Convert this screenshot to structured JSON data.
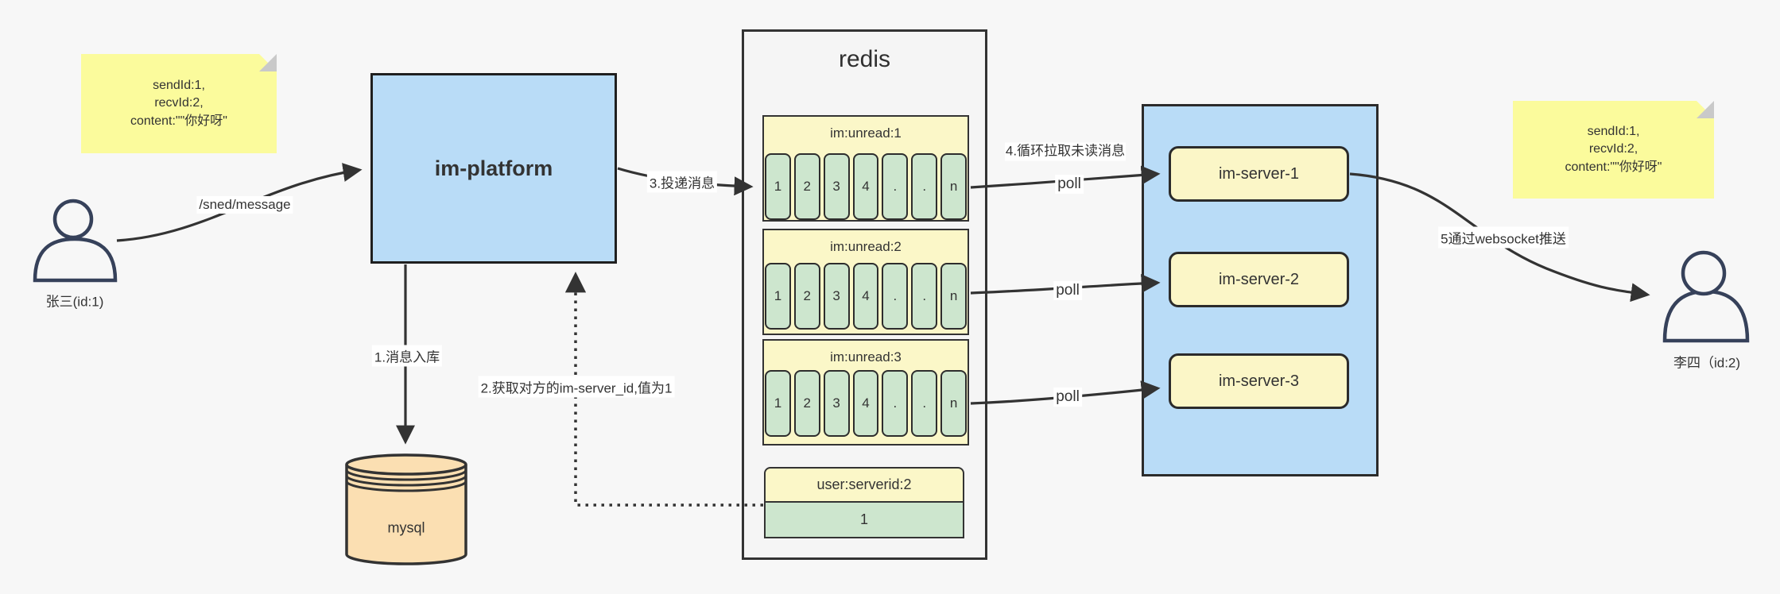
{
  "notes": {
    "left": {
      "line1": "sendId:1,",
      "line2": "recvId:2,",
      "line3": "content:\"\"你好呀\""
    },
    "right": {
      "line1": "sendId:1,",
      "line2": "recvId:2,",
      "line3": "content:\"\"你好呀\""
    }
  },
  "users": {
    "sender": {
      "label": "张三(id:1)"
    },
    "receiver": {
      "label": "李四（id:2)"
    }
  },
  "platform": {
    "label": "im-platform"
  },
  "mysql": {
    "label": "mysql"
  },
  "redis": {
    "title": "redis",
    "lists": [
      {
        "header": "im:unread:1",
        "cells": [
          "1",
          "2",
          "3",
          "4",
          ".",
          ".",
          "n"
        ]
      },
      {
        "header": "im:unread:2",
        "cells": [
          "1",
          "2",
          "3",
          "4",
          ".",
          ".",
          "n"
        ]
      },
      {
        "header": "im:unread:3",
        "cells": [
          "1",
          "2",
          "3",
          "4",
          ".",
          ".",
          "n"
        ]
      }
    ],
    "kv": {
      "header": "user:serverid:2",
      "value": "1"
    }
  },
  "servers": [
    {
      "label": "im-server-1"
    },
    {
      "label": "im-server-2"
    },
    {
      "label": "im-server-3"
    }
  ],
  "edges": {
    "send": "/sned/message",
    "store": "1.消息入库",
    "get_server_id": "2.获取对方的im-server_id,值为1",
    "deliver": "3.投递消息",
    "pull": "4.循环拉取未读消息",
    "poll": "poll",
    "push": "5通过websocket推送"
  },
  "colors": {
    "background": "#f7f7f7",
    "note_yellow": "#fbfb9c",
    "box_blue": "#b9dcf7",
    "header_yellow": "#fbf7c8",
    "cell_green": "#cde6ce",
    "mysql_orange": "#fbdfb2",
    "stroke_dark": "#333333",
    "person_stroke": "#36415a"
  }
}
